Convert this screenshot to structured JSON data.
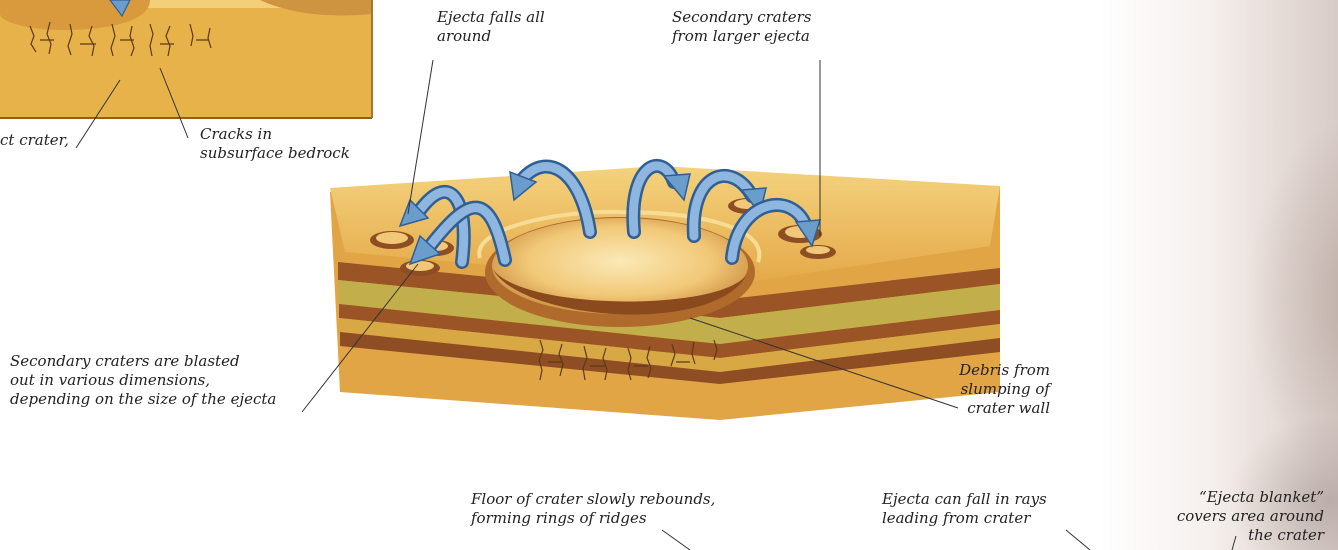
{
  "labels": {
    "impact_crater_partial": [
      "ct crater,"
    ],
    "cracks_bedrock": [
      "Cracks in",
      "subsurface bedrock"
    ],
    "ejecta_falls": [
      "Ejecta falls all",
      "around"
    ],
    "secondary_larger": [
      "Secondary craters",
      "from larger ejecta"
    ],
    "secondary_blasted": [
      "Secondary craters are blasted",
      "out in various dimensions,",
      "depending on the size of the ejecta"
    ],
    "debris_slumping": [
      "Debris from",
      "slumping of",
      "crater wall"
    ],
    "floor_rebounds": [
      "Floor of crater slowly rebounds,",
      "forming rings of ridges"
    ],
    "ejecta_rays": [
      "Ejecta can fall in rays",
      "leading from crater"
    ],
    "ejecta_blanket": [
      "“Ejecta blanket”",
      "covers area around",
      "the crater"
    ]
  },
  "colors": {
    "sand": "#e8b24a",
    "sand_light": "#f3cf7a",
    "sand_dark": "#c98c2e",
    "brown_band": "#9a5426",
    "olive_band": "#c2ae4a",
    "arrow_blue": "#6a9ccc",
    "arrow_blue_dark": "#2f5f94",
    "leader": "#333333"
  }
}
